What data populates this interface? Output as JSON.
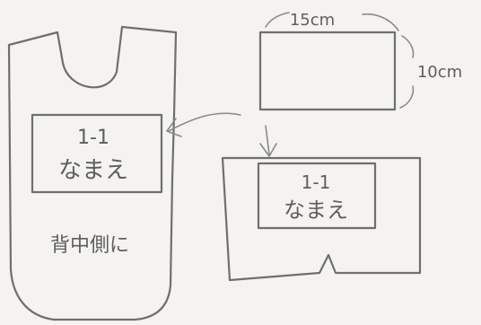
{
  "labels": {
    "width_label": "15cm",
    "height_label": "10cm",
    "tag_class_left": "1-1",
    "tag_name_left": "なまえ",
    "tag_class_right": "1-1",
    "tag_name_right": "なまえ",
    "bib_back_note": "背中側に"
  }
}
